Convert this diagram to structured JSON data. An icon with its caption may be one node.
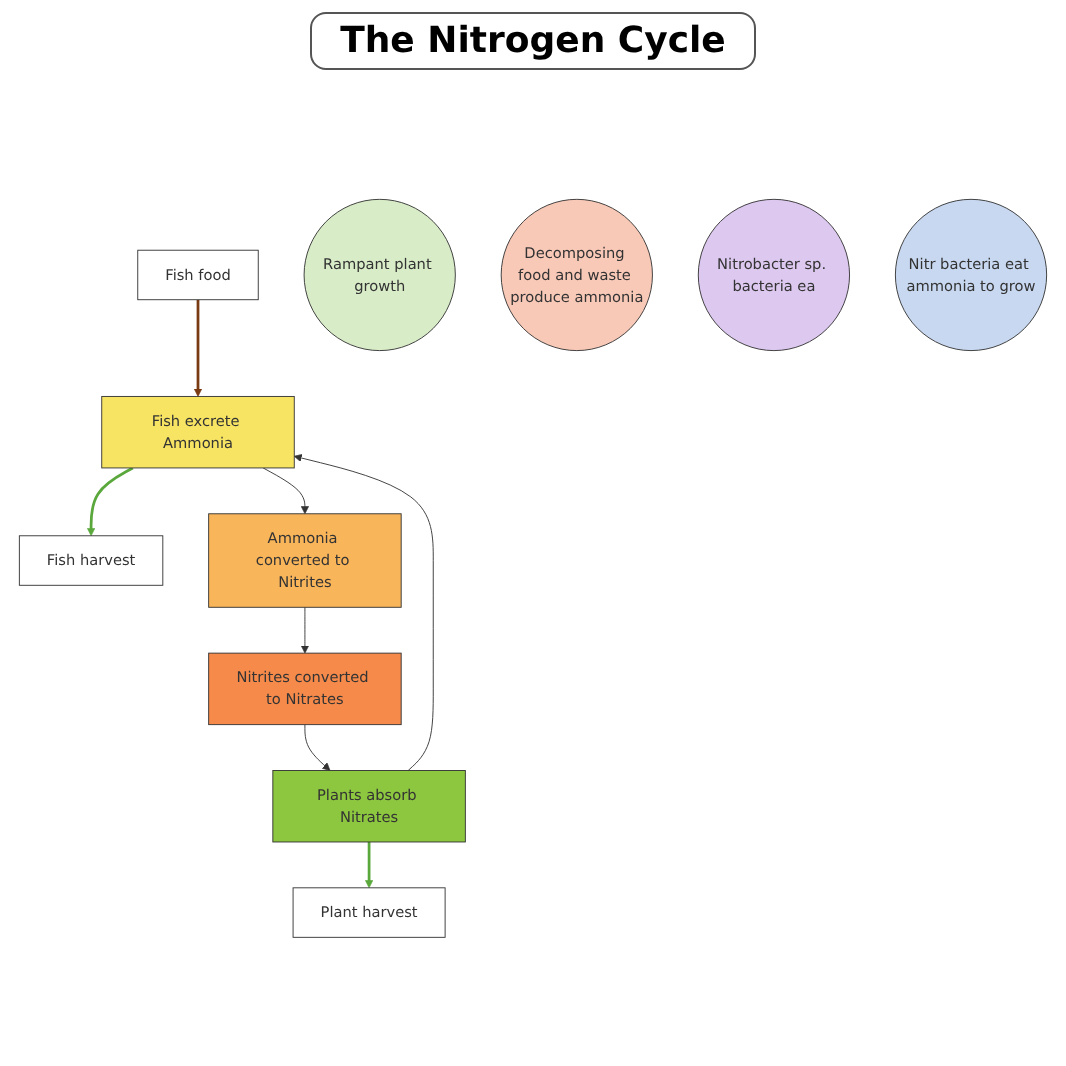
{
  "diagram": {
    "title": "The Nitrogen Cycle",
    "nodes": [
      {
        "text": [
          "Plant harvest"
        ]
      },
      {
        "text": [
          "Fish food"
        ]
      },
      {
        "text": [
          "Rampant plant growth"
        ]
      },
      {
        "text": [
          "Plants absorb Nitrates"
        ]
      },
      {
        "text": [
          "Fish excrete Ammonia"
        ]
      },
      {
        "text": [
          "Decomposing food and waste produce ammonia"
        ]
      },
      {
        "text": [
          "Fish harvest"
        ]
      },
      {
        "text": [
          "Nitrites converted to Nitrates"
        ]
      },
      {
        "text": [
          "Ammonia converted to Nitrites"
        ]
      },
      {
        "text": [
          "Nitrobacter sp. bacteria ea"
        ]
      },
      {
        "text": [
          "Nitr bacteria eat ammonia to grow"
        ]
      }
    ],
    "edges": [
      {
        "from": 3,
        "to": 4,
        "arrow": "to"
      },
      {
        "from": 4,
        "to": 8,
        "arrow": "to"
      },
      {
        "from": 8,
        "to": 7,
        "arrow": "to"
      },
      {
        "from": 7,
        "to": 3,
        "arrow": "to"
      },
      {
        "from": 3,
        "to": 0,
        "arrow": "to",
        "color": "#5aa83c"
      },
      {
        "from": 1,
        "to": 4,
        "arrow": "to",
        "color": "#7a3a12"
      },
      {
        "from": 4,
        "to": 6,
        "arrow": "to",
        "color": "#5aa83c"
      }
    ]
  }
}
